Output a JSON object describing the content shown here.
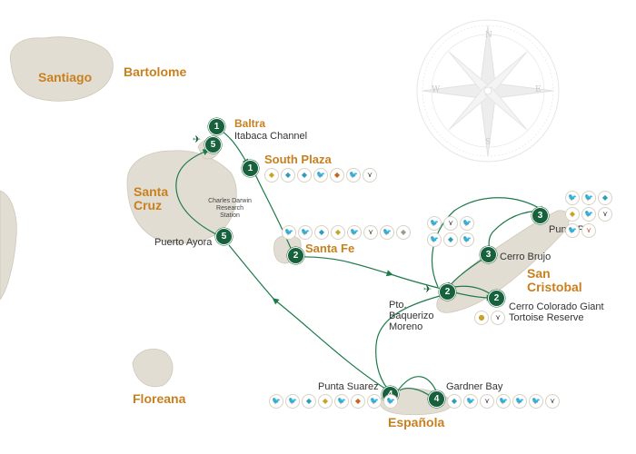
{
  "islands": {
    "santiago": "Santiago",
    "bartolome": "Bartolome",
    "santa_cruz": "Santa Cruz",
    "floreana": "Floreana",
    "san_cristobal": "San Cristobal",
    "espanola": "Española"
  },
  "sites": {
    "baltra": "Baltra",
    "itabaca": "Itabaca Channel",
    "south_plaza": "South Plaza",
    "santa_fe": "Santa Fe",
    "puerto_ayora": "Puerto Ayora",
    "cdrs": "Charles Darwin Research Station",
    "punta_pitt": "Punta Pitt",
    "cerro_brujo": "Cerro Brujo",
    "pto_baquerizo": "Pto. Baquerizo Moreno",
    "cerro_colorado": "Cerro Colorado Giant Tortoise Reserve",
    "punta_suarez": "Punta Suarez",
    "gardner_bay": "Gardner Bay"
  },
  "markers": {
    "baltra": "1",
    "baltra_return": "5",
    "south_plaza": "1",
    "puerto_ayora": "5",
    "santa_fe": "2",
    "pto_baquerizo": "2",
    "cerro_colorado": "2",
    "cerro_brujo": "3",
    "punta_pitt": "3",
    "punta_suarez": "4",
    "gardner_bay": "4"
  },
  "compass": {
    "n": "N",
    "e": "E",
    "s": "S",
    "w": "W"
  },
  "colors": {
    "route": "#1d7a4a",
    "marker": "#17613d",
    "island_fill": "#e2ddd2",
    "island_label": "#c8801e"
  },
  "wildlife_icons": {
    "south_plaza": [
      "yellow-iguana",
      "blue-sea-lion",
      "blue-sea-lion",
      "blue-bird",
      "orange-iguana",
      "yellow-bird",
      "black-frigatebird"
    ],
    "santa_fe": [
      "yellow-bird",
      "blue-bird",
      "blue-sea-lion",
      "yellow-iguana",
      "yellow-bird",
      "black-frigatebird",
      "gray-bird",
      "gray-lizard"
    ],
    "punta_pitt": [
      "yellow-bird",
      "blue-bird",
      "blue-sea-lion",
      "yellow-iguana",
      "blue-bird",
      "black-frigatebird",
      "blue-bird",
      "red-frigatebird"
    ],
    "cerro_brujo": [
      "blue-bird",
      "black-frigatebird",
      "yellow-bird",
      "blue-bird",
      "blue-sea-lion",
      "blue-bird"
    ],
    "cerro_colorado": [
      "yellow-tortoise",
      "black-frigatebird"
    ],
    "punta_suarez": [
      "yellow-bird",
      "blue-bird",
      "blue-sea-lion",
      "yellow-iguana",
      "blue-bird",
      "orange-iguana",
      "blue-bird",
      "blue-bird"
    ],
    "gardner_bay": [
      "blue-sea-lion",
      "yellow-bird",
      "black-frigatebird",
      "yellow-bird",
      "blue-bird",
      "yellow-bird",
      "black-frigatebird"
    ]
  }
}
